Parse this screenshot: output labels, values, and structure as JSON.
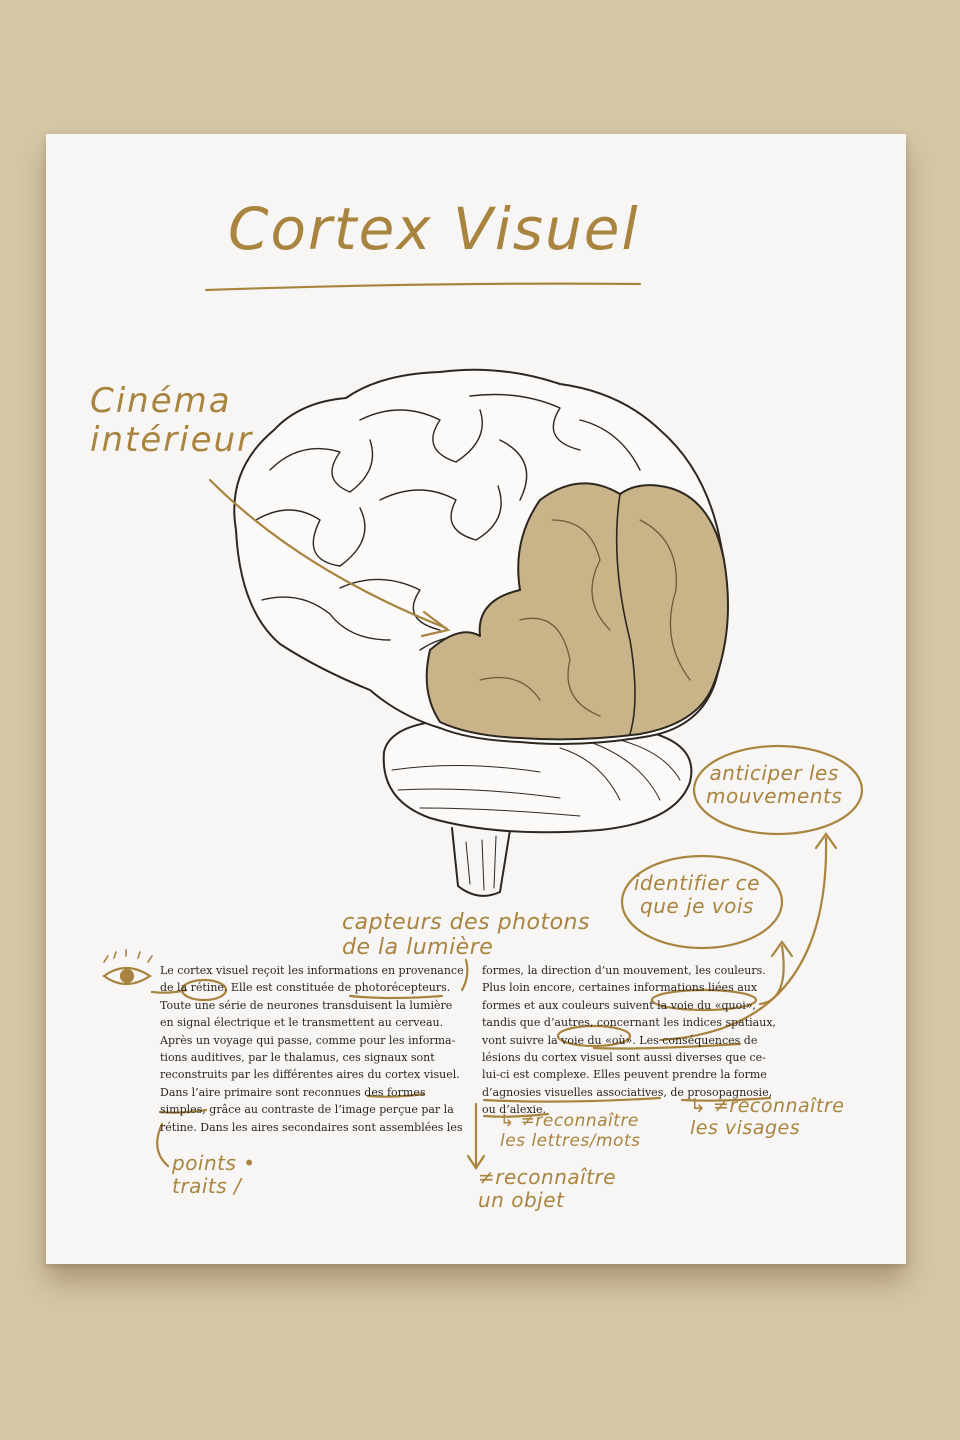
{
  "title": "Cortex Visuel",
  "annotations": {
    "cinema": [
      "Cinéma",
      "intérieur"
    ],
    "capteurs": [
      "capteurs des photons",
      "de la lumière"
    ],
    "anticiper": [
      "anticiper les",
      "mouvements"
    ],
    "identifier": [
      "identifier ce",
      "que je vois"
    ],
    "points": [
      "points •",
      "traits /"
    ],
    "reconnaitre_lettres": [
      "↳ ≠reconnaître",
      "les lettres/mots"
    ],
    "reconnaitre_visages": [
      "↳ ≠reconnaître",
      "les visages"
    ],
    "reconnaitre_objet": [
      "≠reconnaître",
      "un objet"
    ]
  },
  "body": {
    "column1": [
      "Le cortex visuel reçoit les informations en provenance",
      "de la rétine. Elle est constituée de photorécepteurs.",
      "Toute une série de neurones transduisent la lumière",
      "en signal électrique et le transmettent au cerveau.",
      "Après un voyage qui passe, comme pour les informa-",
      "tions auditives, par le thalamus, ces signaux sont",
      "reconstruits par les différentes aires du cortex visuel.",
      "Dans l’aire primaire sont reconnues des formes",
      "simples, grâce au contraste de l’image perçue par la",
      "rétine. Dans les aires secondaires sont assemblées les"
    ],
    "column2": [
      "formes, la direction d’un mouvement, les couleurs.",
      "Plus loin encore, certaines informations liées aux",
      "formes et aux couleurs suivent la voie du «quoi»,",
      "tandis que d’autres, concernant les indices spatiaux,",
      "vont suivre la voie du «où». Les conséquences de",
      "lésions du cortex visuel sont aussi diverses que ce-",
      "lui-ci est complexe. Elles peuvent prendre la forme",
      "d’agnosies visuelles associatives, de prosopagnosie,",
      "ou d’alexie."
    ]
  },
  "illustration": "brain-side-view",
  "icons": [
    "eye-icon",
    "arrow-icon"
  ],
  "colors": {
    "background": "#d6c7a5",
    "paper": "#f7f6f4",
    "ink": "#a9843f",
    "highlight_lobe": "#c9b48a",
    "text": "#2c2520"
  }
}
